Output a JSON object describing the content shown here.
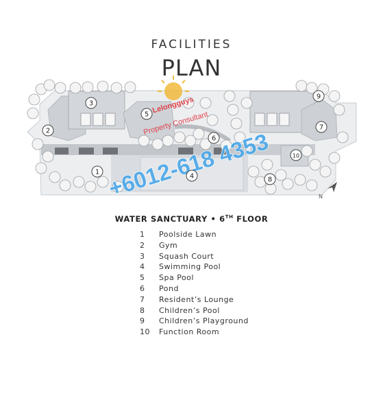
{
  "header": {
    "line1": "FACILITIES",
    "line2": "PLAN"
  },
  "watermark": {
    "brand": "Lelongguys",
    "tagline": "Property Consultant",
    "phone": "+6012-618 4353"
  },
  "plan": {
    "compass_label": "N",
    "markers": [
      {
        "number": "1"
      },
      {
        "number": "2"
      },
      {
        "number": "3"
      },
      {
        "number": "4"
      },
      {
        "number": "5"
      },
      {
        "number": "6"
      },
      {
        "number": "7"
      },
      {
        "number": "8"
      },
      {
        "number": "9"
      },
      {
        "number": "10"
      }
    ]
  },
  "floor": {
    "name": "WATER SANCTUARY",
    "bullet": "•",
    "level": "6",
    "suffix": "TH",
    "word": "FLOOR"
  },
  "legend": [
    {
      "number": "1",
      "label": "Poolside Lawn"
    },
    {
      "number": "2",
      "label": "Gym"
    },
    {
      "number": "3",
      "label": "Squash Court"
    },
    {
      "number": "4",
      "label": "Swimming Pool"
    },
    {
      "number": "5",
      "label": "Spa Pool"
    },
    {
      "number": "6",
      "label": "Pond"
    },
    {
      "number": "7",
      "label": "Resident’s Lounge"
    },
    {
      "number": "8",
      "label": "Children’s Pool"
    },
    {
      "number": "9",
      "label": "Children’s Playground"
    },
    {
      "number": "10",
      "label": "Function Room"
    }
  ],
  "colors": {
    "pool": "#d7dadd",
    "building": "#c3c7cb",
    "tree": "#f4f4f4",
    "watermark_blue": "#49a6e8",
    "watermark_red": "#e0303a"
  }
}
